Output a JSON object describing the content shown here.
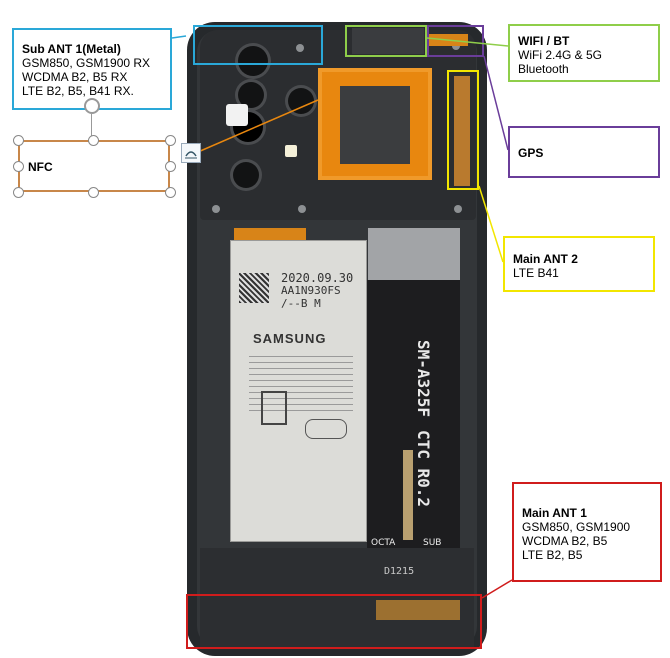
{
  "callouts": {
    "sub_ant1": {
      "title": "Sub ANT 1(Metal)",
      "lines": [
        "GSM850, GSM1900 RX",
        "WCDMA B2, B5 RX",
        "LTE B2, B5, B41 RX."
      ],
      "color": "#2aa8d8"
    },
    "nfc": {
      "title": "NFC",
      "color": "#c8874a"
    },
    "wifi_bt": {
      "title": "WIFI / BT",
      "lines": [
        "WiFi 2.4G & 5G",
        "Bluetooth"
      ],
      "color": "#8fce4a"
    },
    "gps": {
      "title": "GPS",
      "color": "#6a3d9a"
    },
    "main_ant2": {
      "title": "Main ANT 2",
      "lines": [
        "LTE B41"
      ],
      "color": "#f2e600"
    },
    "main_ant1": {
      "title": "Main ANT 1",
      "lines": [
        "GSM850, GSM1900",
        "WCDMA B2, B5",
        "LTE B2, B5"
      ],
      "color": "#d01c1c"
    }
  },
  "phone_labels": {
    "battery_date": "2020.09.30",
    "battery_code": "AA1N930FS",
    "battery_code2": "/--B M",
    "battery_brand": "SAMSUNG",
    "model": "SM-A325F",
    "revision": "CTC R0.2",
    "octa": "OCTA",
    "sub": "SUB",
    "part": "D1215"
  }
}
